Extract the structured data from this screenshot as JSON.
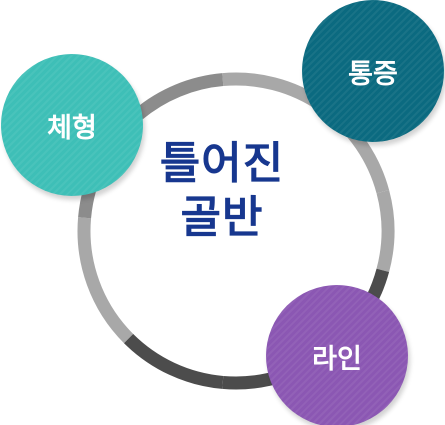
{
  "center": {
    "line1": "틀어진",
    "line2": "골반"
  },
  "nodes": [
    {
      "id": "top_right",
      "label": "통증",
      "color": "#0b6a80"
    },
    {
      "id": "left",
      "label": "체형",
      "color": "#3ebfb7"
    },
    {
      "id": "bottom_right",
      "label": "라인",
      "color": "#8b57b3"
    }
  ],
  "colors": {
    "center_text": "#17378f",
    "ring_light": "#a8a8a8",
    "ring_mid": "#8c8c8c",
    "ring_dark": "#4c4c4c"
  }
}
